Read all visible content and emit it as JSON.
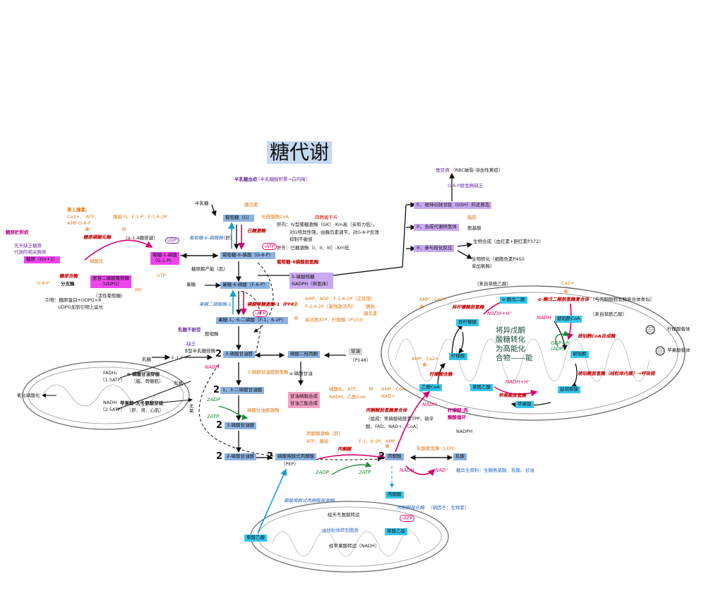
{
  "title": "糖代谢",
  "top": {
    "galactosemia": "半乳糖血症",
    "galactosemia_note": "（半乳糖醇积累→白内障）",
    "galactose": "半乳糖",
    "favism": "蚕豆病",
    "favism_note": "（RBC破裂-溶血性黄疸）",
    "g6pd_def": "G-6-P脱氢酶缺乏"
  },
  "ppp": {
    "item1": "①、维持谷胱甘肽（GSH）的还原态",
    "item2": "②、合成代谢供氢体",
    "item3": "③、参与羟化反应",
    "fatty_acid": "脂肪",
    "amino_acid": "氨基酸",
    "biosynthesis": "生物合成（血红素+胆红素P372）",
    "biotransform": "生物转化（细胞色素P450",
    "biotransform2": "单加氧酶）",
    "ribose": "5-磷酸核糖",
    "nadph": "NADPH（供氢体）",
    "g6pdh": "葡萄糖-6磷酸脱氢酶",
    "from_mito": "（来自草酰乙酸）"
  },
  "glycogen": {
    "storage_disease": "糖原贮积症",
    "storage_note": "先天缺乏糖原",
    "storage_note2": "代谢的相关酶类",
    "glycogen_box": "糖原（Gn+1）",
    "synthase": "糖原合酶",
    "branching": "分支酶",
    "phosphorylase": "糖原磷酸化酶",
    "bond": "（α-1,4糖苷键）",
    "regulators": "肾上腺素,",
    "reg2": "Ca2+、    ATP、",
    "reg3": "AMP             G-6-P",
    "reg4": "胰高      G、F-1-P、F-1,6-2P",
    "g1p": "葡糖-1-磷酸",
    "g1p_abbr": "（G-1-P）",
    "udpg_box": "尿苷二磷酸葡萄糖",
    "udpg": "（UDPG）",
    "active_glucose": "（活性葡萄糖）",
    "primer": "引物：糖原蛋白+UDPG×8",
    "primer2": "UDPG加到引物上延长",
    "g6p_label": "G-6-P",
    "phosphorylated": "磷酸化",
    "utp": "UTP",
    "ppi": "PPi",
    "ugp": "UDP"
  },
  "glycolysis": {
    "glucose": "葡萄糖（G）",
    "g6p": "葡萄糖-6-磷酸（G-6-P）",
    "f6p": "果糖-6-磷酸（F-6-P）",
    "f16bp": "果糖-1，6-二磷酸（F-1，6-2P）",
    "g3p": "3-磷酸甘油醛",
    "dhap": "磷酸二羟丙酮",
    "bpg": "1，3-二磷酸甘油酸",
    "pg3": "3-磷酸甘油酸",
    "pg2": "2-磷酸甘油酸",
    "pep": "磷酸烯醇式丙酮酸",
    "pep_abbr": "（PEP）",
    "pyruvate": "丙酮酸",
    "lactate": "乳酸",
    "g6pase": "葡萄糖-6-磷酸酶",
    "g6pase_loc": "（肝）",
    "glycogenolysis": "糖原解产能（肌）",
    "fructose": "果糖",
    "fbpase": "果糖二磷酸酶-1",
    "pfk": "磷酸果糖激酶-1（PFK）",
    "pfk_act": "AMP、ADP、F-1,6-2P（正反馈）",
    "pfk_act2": "F-2,6-2P（最强激活剂）",
    "pfk_inh": "高浓度ATP、柠檬酸（P103）",
    "insulin": "胰岛素",
    "glucagon": "胰高",
    "hexokinase": "已糖激酶",
    "acyl_coa": "长链脂酰CoA",
    "lactose_intol": "乳糖不耐受",
    "lack": "缺乏",
    "b_gal": "β型半乳糖苷酶",
    "lactose": "乳糖",
    "f1p": "F-1-P",
    "aldolase": "醛缩酶",
    "g3pdh": "3-磷酸甘油醛脱氢酶",
    "pgk": "磷酸甘油酸激酶",
    "pk": "丙酮酸激酶（肝）",
    "pk_act": "F-1、6-2P、AMP",
    "pk_inh": "ATP、胰高",
    "ldh": "乳酸脱氢酶（LDH）",
    "glycerol": "甘油",
    "glycerol_ref": "（P148）",
    "alpha_gp": "α-磷酸甘油",
    "fat_synth": "甘油磷脂合成",
    "fat_synth2": "甘油三酯合成",
    "aerobic": "有氧",
    "anaerobic": "无氧",
    "nadh": "NADH",
    "hexokinase_note": "肝内：IV型葡糖激酶（GK）-Km高（亲和力低），",
    "hk_note2": "对G特异性强，由胰岛素调节，对G-6-P反馈",
    "hk_note3": "抑制不敏感",
    "hk_note4": "肝外：已糖激酶（I、II、III）-Km低",
    "insulin_reg": "四两拨千斤",
    "glucagon2": "胰岛素",
    "gluconeo_src": "糖异生原料：生糖氨基酸、乳酸、甘油",
    "pdh_reg": "磷酸化、ATP、",
    "pdh_reg2": "NADH、乙酰CoA",
    "hk_iso": "肝内",
    "hk_gk": "肝外",
    "g3p_shuttle": "α-磷酸甘油穿梭",
    "g3p_shuttle_loc": "（脑、骨骼肌）",
    "fadh2": "FADH₂",
    "fadh2_atp": "（1.5ATP）",
    "malate_shuttle": "苹果酸-天冬氨酸穿梭",
    "malate_loc": "（肝、肾、心肌）",
    "nadh_atp": "（2.5ATP）",
    "ox_phos": "氧化磷酸化"
  },
  "tca": {
    "from_oaa": "（来自草酰乙酸）",
    "akg": "α-酮戊二酸",
    "akgdh": "α-酮戊二酸脱氢酶复合体",
    "akgdh_note": "（与丙酮酸脱氢酶复合体类似）",
    "isocitrate": "异柠檬酸",
    "icdh": "异柠檬酸脱氢酶",
    "citrate": "柠檬酸",
    "acetyl_coa": "乙酰CoA",
    "citrate_synthase": "柠檬酸合酶",
    "oaa": "草酰乙酸",
    "malate": "苹果酸",
    "malate_dh": "苹果酸脱氢酶",
    "fumarate": "延胡索酸",
    "succinate": "琥珀酸",
    "succinyl_coa": "琥珀酰CoA",
    "scs": "琥珀酰CoA合成酶",
    "sdh": "琥珀酸脱氢酶（线粒体内膜）→呼吸链",
    "from_glycogen": "（来自草酰乙酸）",
    "amp_ca": "AMP、Ca2+",
    "ca2": "Ca2+",
    "pdh": "丙酮酸脱氢酶复合体",
    "pdh_comp": "（组成：焦磷酸硫胺素TPP、硫辛",
    "pdh_comp2": "酸、FAD、NAD+、CoA）",
    "pdh_act": "AMP、CoA、",
    "pdh_act2": "NAD+",
    "pyr_mito": "丙酮酸",
    "pc": "丙酮酸羧化酶",
    "pc_note": "（辅因子：生物素）",
    "oaa_mito": "草酰乙酸",
    "oaa_cyto": "草酰乙酸",
    "pepck": "磷酸烯醇式丙酮酸羧激酶",
    "asp_transport": "经天冬氨酸转运",
    "mito_export": "由线粒体转到胞质",
    "malate_transport": "经苹果酸转运（NADH）",
    "cit_pyr": "柠檬酸-丙",
    "cit_pyr2": "酮酸循环",
    "nadph": "NADPH",
    "handwritten": "将异戊酮\n酸糖转化\n为高能化\n合物——能",
    "citrate_carrier": "柠檬酸载体",
    "malate_carrier": "苹果酸载体",
    "adp": "ADP",
    "gtp": "GTP\n(ATP)",
    "gdp": "GDP+Pi\n(ADP)"
  }
}
